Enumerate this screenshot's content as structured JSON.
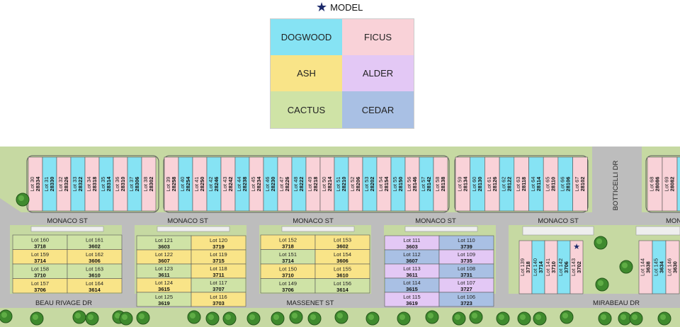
{
  "legend": {
    "model_label": "MODEL",
    "items": [
      {
        "name": "DOGWOOD",
        "color": "#86e3f4"
      },
      {
        "name": "FICUS",
        "color": "#f9d2d8"
      },
      {
        "name": "ASH",
        "color": "#f9e488"
      },
      {
        "name": "ALDER",
        "color": "#e3c8f5"
      },
      {
        "name": "CACTUS",
        "color": "#cfe3a6"
      },
      {
        "name": "CEDAR",
        "color": "#a9c0e4"
      }
    ]
  },
  "streets": {
    "monaco": "MONACO ST",
    "beau_rivage": "BEAU RIVAGE DR",
    "massenet": "MASSENET ST",
    "mirabeau": "MIRABEAU DR",
    "botticelli": "BOTTICELLI DR",
    "monaco_cut": "MONACO"
  },
  "top_row_1": [
    {
      "lot": "Lot 30",
      "addr": "28334",
      "model": "FICUS"
    },
    {
      "lot": "Lot 31",
      "addr": "28330",
      "model": "DOGWOOD"
    },
    {
      "lot": "Lot 32",
      "addr": "28326",
      "model": "FICUS"
    },
    {
      "lot": "Lot 33",
      "addr": "28322",
      "model": "DOGWOOD"
    },
    {
      "lot": "Lot 34",
      "addr": "28318",
      "model": "FICUS"
    },
    {
      "lot": "Lot 35",
      "addr": "28314",
      "model": "DOGWOOD"
    },
    {
      "lot": "Lot 36",
      "addr": "28310",
      "model": "FICUS"
    },
    {
      "lot": "Lot 37",
      "addr": "28306",
      "model": "DOGWOOD"
    },
    {
      "lot": "Lot 38",
      "addr": "28302",
      "model": "FICUS"
    }
  ],
  "top_row_2": [
    {
      "lot": "Lot 39",
      "addr": "28258",
      "model": "FICUS"
    },
    {
      "lot": "Lot 40",
      "addr": "28254",
      "model": "DOGWOOD"
    },
    {
      "lot": "Lot 41",
      "addr": "28250",
      "model": "FICUS"
    },
    {
      "lot": "Lot 42",
      "addr": "28246",
      "model": "DOGWOOD"
    },
    {
      "lot": "Lot 43",
      "addr": "28242",
      "model": "FICUS"
    },
    {
      "lot": "Lot 44",
      "addr": "28238",
      "model": "DOGWOOD"
    },
    {
      "lot": "Lot 45",
      "addr": "28234",
      "model": "FICUS"
    },
    {
      "lot": "Lot 46",
      "addr": "28230",
      "model": "DOGWOOD"
    },
    {
      "lot": "Lot 47",
      "addr": "28226",
      "model": "FICUS"
    },
    {
      "lot": "Lot 48",
      "addr": "28222",
      "model": "DOGWOOD"
    },
    {
      "lot": "Lot 49",
      "addr": "28218",
      "model": "FICUS"
    },
    {
      "lot": "Lot 50",
      "addr": "28214",
      "model": "FICUS"
    },
    {
      "lot": "Lot 51",
      "addr": "28210",
      "model": "DOGWOOD"
    },
    {
      "lot": "Lot 52",
      "addr": "28206",
      "model": "FICUS"
    },
    {
      "lot": "Lot 53",
      "addr": "28202",
      "model": "DOGWOOD"
    },
    {
      "lot": "Lot 54",
      "addr": "28154",
      "model": "FICUS"
    },
    {
      "lot": "Lot 55",
      "addr": "28150",
      "model": "DOGWOOD"
    },
    {
      "lot": "Lot 56",
      "addr": "28146",
      "model": "FICUS"
    },
    {
      "lot": "Lot 57",
      "addr": "28142",
      "model": "DOGWOOD"
    },
    {
      "lot": "Lot 58",
      "addr": "28138",
      "model": "FICUS"
    }
  ],
  "top_row_3": [
    {
      "lot": "Lot 59",
      "addr": "28134",
      "model": "FICUS"
    },
    {
      "lot": "Lot 60",
      "addr": "28130",
      "model": "DOGWOOD"
    },
    {
      "lot": "Lot 61",
      "addr": "28126",
      "model": "FICUS"
    },
    {
      "lot": "Lot 62",
      "addr": "28122",
      "model": "DOGWOOD"
    },
    {
      "lot": "Lot 63",
      "addr": "28118",
      "model": "FICUS"
    },
    {
      "lot": "Lot 64",
      "addr": "28114",
      "model": "DOGWOOD"
    },
    {
      "lot": "Lot 65",
      "addr": "28110",
      "model": "FICUS"
    },
    {
      "lot": "Lot 66",
      "addr": "28106",
      "model": "DOGWOOD"
    },
    {
      "lot": "Lot 67",
      "addr": "28102",
      "model": "FICUS"
    }
  ],
  "top_row_4": [
    {
      "lot": "Lot 68",
      "addr": "28086",
      "model": "FICUS"
    },
    {
      "lot": "Lot 69",
      "addr": "28082",
      "model": "FICUS"
    },
    {
      "lot": "",
      "addr": "",
      "model": "DOGWOOD"
    }
  ],
  "block_1": [
    [
      {
        "lot": "Lot 160",
        "addr": "3718",
        "model": "CACTUS"
      },
      {
        "lot": "Lot 161",
        "addr": "3602",
        "model": "CACTUS"
      }
    ],
    [
      {
        "lot": "Lot 159",
        "addr": "3714",
        "model": "ASH"
      },
      {
        "lot": "Lot 162",
        "addr": "3606",
        "model": "ASH"
      }
    ],
    [
      {
        "lot": "Lot 158",
        "addr": "3710",
        "model": "CACTUS"
      },
      {
        "lot": "Lot 163",
        "addr": "3610",
        "model": "CACTUS"
      }
    ],
    [
      {
        "lot": "Lot 157",
        "addr": "3706",
        "model": "ASH"
      },
      {
        "lot": "Lot 164",
        "addr": "3614",
        "model": "ASH"
      }
    ]
  ],
  "block_2": [
    [
      {
        "lot": "Lot 121",
        "addr": "3603",
        "model": "CACTUS"
      },
      {
        "lot": "Lot 120",
        "addr": "3719",
        "model": "ASH"
      }
    ],
    [
      {
        "lot": "Lot 122",
        "addr": "3607",
        "model": "ASH"
      },
      {
        "lot": "Lot 119",
        "addr": "3715",
        "model": "ASH"
      }
    ],
    [
      {
        "lot": "Lot 123",
        "addr": "3611",
        "model": "CACTUS"
      },
      {
        "lot": "Lot 118",
        "addr": "3711",
        "model": "ASH"
      }
    ],
    [
      {
        "lot": "Lot 124",
        "addr": "3615",
        "model": "ASH"
      },
      {
        "lot": "Lot 117",
        "addr": "3707",
        "model": "CACTUS"
      }
    ],
    [
      {
        "lot": "Lot 125",
        "addr": "3619",
        "model": "CACTUS"
      },
      {
        "lot": "Lot 116",
        "addr": "3703",
        "model": "ASH"
      }
    ]
  ],
  "block_3": [
    [
      {
        "lot": "Lot 152",
        "addr": "3718",
        "model": "ASH"
      },
      {
        "lot": "Lot 153",
        "addr": "3602",
        "model": "ASH"
      }
    ],
    [
      {
        "lot": "Lot 151",
        "addr": "3714",
        "model": "CACTUS"
      },
      {
        "lot": "Lot 154",
        "addr": "3606",
        "model": "ASH"
      }
    ],
    [
      {
        "lot": "Lot 150",
        "addr": "3710",
        "model": "ASH"
      },
      {
        "lot": "Lot 155",
        "addr": "3610",
        "model": "ASH"
      }
    ],
    [
      {
        "lot": "Lot 149",
        "addr": "3706",
        "model": "CACTUS"
      },
      {
        "lot": "Lot 156",
        "addr": "3614",
        "model": "CACTUS"
      }
    ]
  ],
  "block_4": [
    [
      {
        "lot": "Lot 111",
        "addr": "3603",
        "model": "ALDER"
      },
      {
        "lot": "Lot 110",
        "addr": "3739",
        "model": "CEDAR"
      }
    ],
    [
      {
        "lot": "Lot 112",
        "addr": "3607",
        "model": "CEDAR"
      },
      {
        "lot": "Lot 109",
        "addr": "3735",
        "model": "ALDER"
      }
    ],
    [
      {
        "lot": "Lot 113",
        "addr": "3611",
        "model": "ALDER"
      },
      {
        "lot": "Lot 108",
        "addr": "3731",
        "model": "CEDAR"
      }
    ],
    [
      {
        "lot": "Lot 114",
        "addr": "3615",
        "model": "CEDAR"
      },
      {
        "lot": "Lot 107",
        "addr": "3727",
        "model": "ALDER"
      }
    ],
    [
      {
        "lot": "Lot 115",
        "addr": "3619",
        "model": "ALDER"
      },
      {
        "lot": "Lot 106",
        "addr": "3723",
        "model": "CEDAR"
      }
    ]
  ],
  "block_5": [
    {
      "lot": "Lot 139",
      "addr": "3718",
      "model": "FICUS"
    },
    {
      "lot": "Lot 140",
      "addr": "3714",
      "model": "DOGWOOD"
    },
    {
      "lot": "Lot 141",
      "addr": "3710",
      "model": "FICUS"
    },
    {
      "lot": "Lot 142",
      "addr": "3706",
      "model": "DOGWOOD"
    },
    {
      "lot": "Lot 143",
      "addr": "3702",
      "model": "FICUS",
      "is_model": true
    }
  ],
  "block_6": [
    {
      "lot": "Lot 144",
      "addr": "3638",
      "model": "FICUS"
    },
    {
      "lot": "Lot 145",
      "addr": "3634",
      "model": "DOGWOOD"
    },
    {
      "lot": "Lot 146",
      "addr": "3630",
      "model": "FICUS"
    }
  ]
}
